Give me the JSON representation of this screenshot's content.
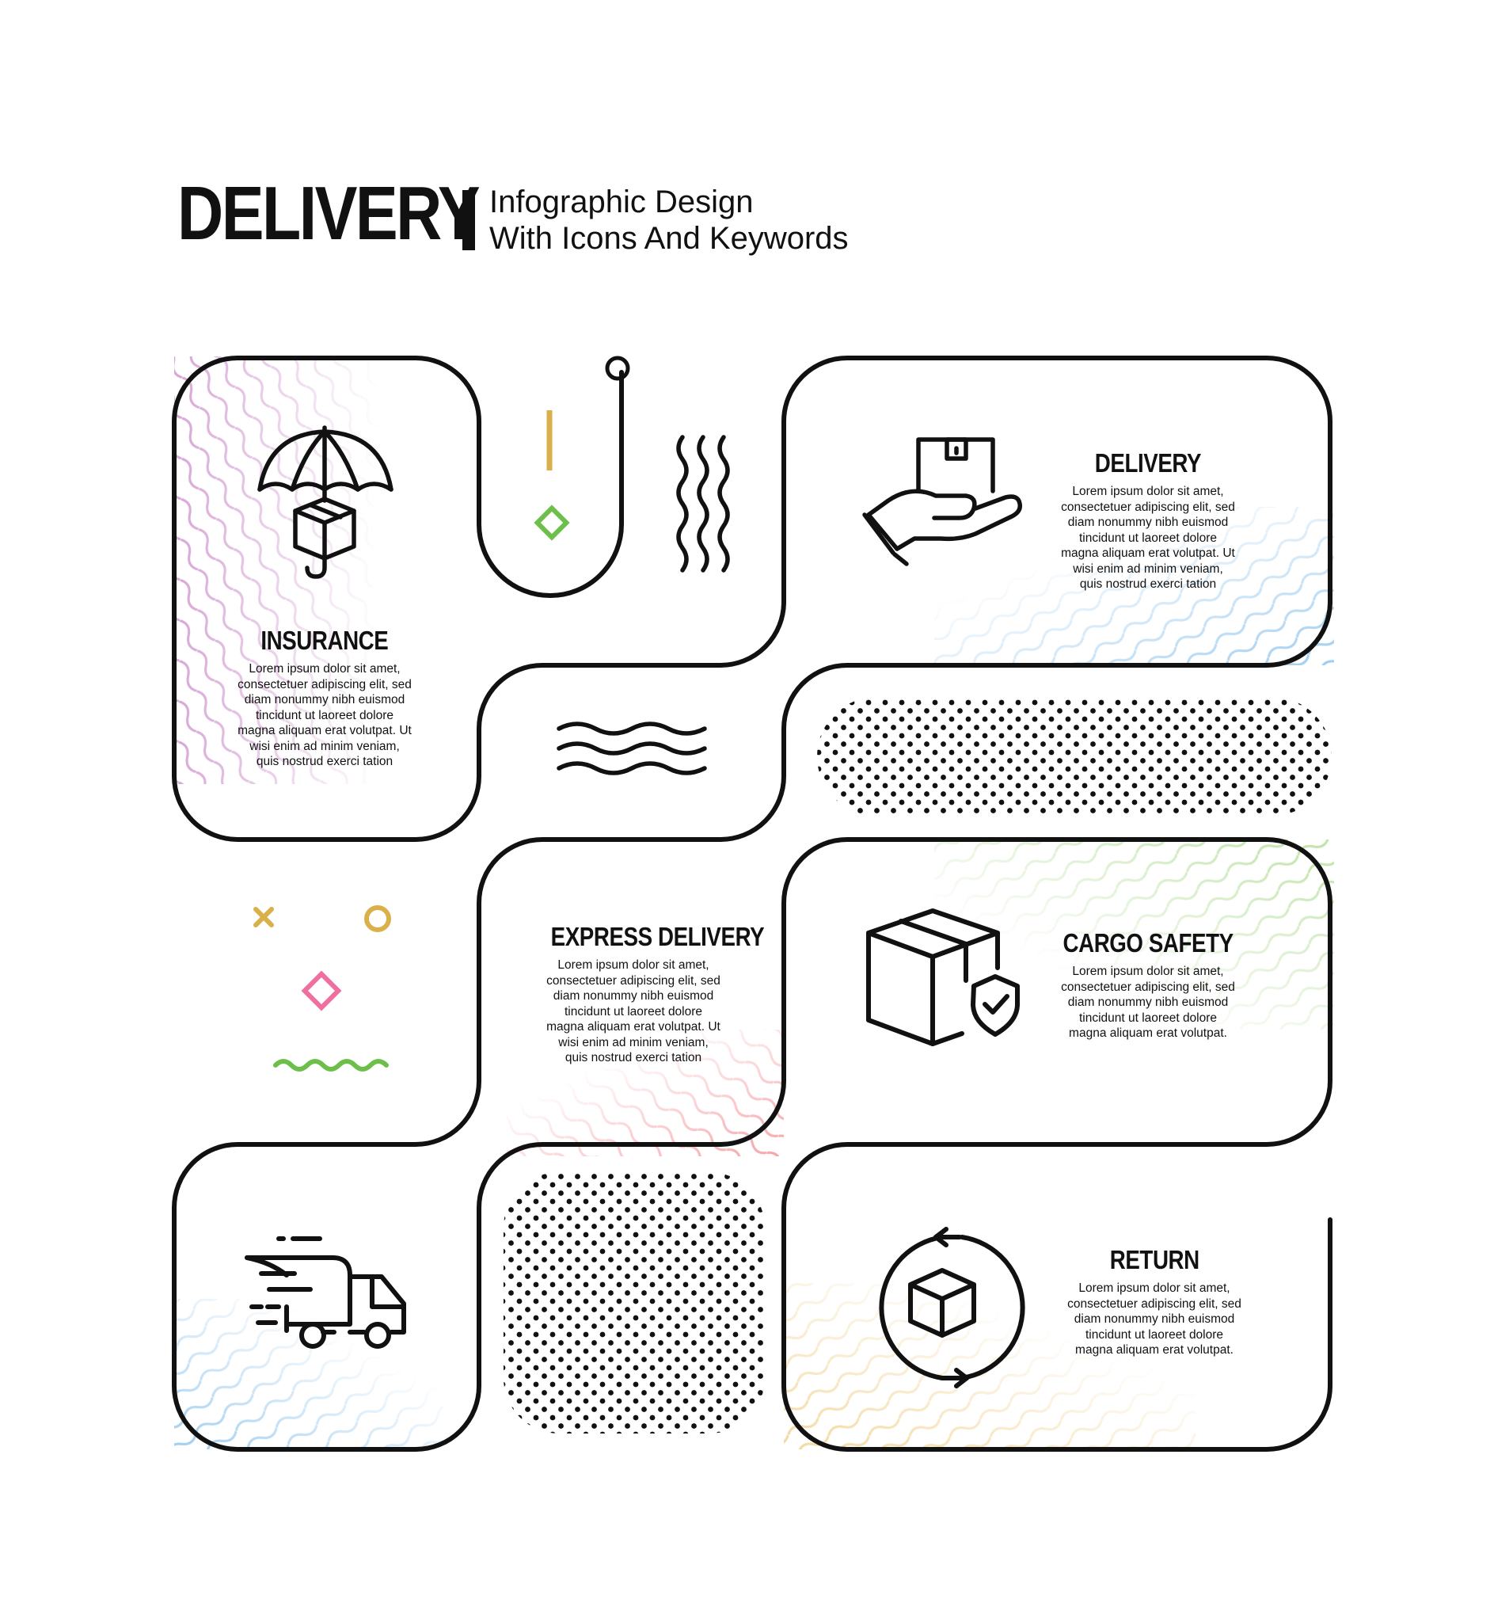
{
  "header": {
    "title": "DELIVERY",
    "subtitle_line1": "Infographic Design",
    "subtitle_line2": "With Icons And Keywords"
  },
  "sections": [
    {
      "id": "insurance",
      "title": "INSURANCE",
      "icon": "umbrella-box-icon",
      "body": "Lorem ipsum dolor sit amet,\nconsectetuer adipiscing elit, sed\ndiam nonummy nibh euismod\ntincidunt ut laoreet dolore\nmagna aliquam erat volutpat. Ut\nwisi enim ad minim veniam,\nquis nostrud exerci tation"
    },
    {
      "id": "delivery",
      "title": "DELIVERY",
      "icon": "hand-box-icon",
      "body": "Lorem ipsum dolor sit amet,\nconsectetuer adipiscing elit, sed\ndiam nonummy nibh euismod\ntincidunt ut laoreet dolore\nmagna aliquam erat volutpat. Ut\nwisi enim ad minim veniam,\nquis nostrud exerci tation"
    },
    {
      "id": "express",
      "title": "EXPRESS DELIVERY",
      "icon": "",
      "body": "Lorem ipsum dolor sit amet,\nconsectetuer adipiscing elit, sed\ndiam nonummy nibh euismod\ntincidunt ut laoreet dolore\nmagna aliquam erat volutpat. Ut\nwisi enim ad minim veniam,\nquis nostrud exerci tation"
    },
    {
      "id": "cargo",
      "title": "CARGO SAFETY",
      "icon": "box-shield-icon",
      "body": "Lorem ipsum dolor sit amet,\nconsectetuer adipiscing elit, sed\ndiam nonummy nibh euismod\ntincidunt ut laoreet dolore\nmagna aliquam erat volutpat."
    },
    {
      "id": "return",
      "title": "RETURN",
      "icon": "box-cycle-arrows-icon",
      "body": "Lorem ipsum dolor sit amet,\nconsectetuer adipiscing elit, sed\ndiam nonummy nibh euismod\ntincidunt ut laoreet dolore\nmagna aliquam erat volutpat."
    }
  ],
  "extra_icons": [
    "delivery-truck-icon"
  ],
  "colors": {
    "ink": "#111111",
    "gold": "#d9b04a",
    "green": "#6cc04a",
    "pink": "#ee6fa0",
    "wave_purple": "#d7a6d6",
    "wave_blue": "#9fcdf0",
    "wave_green": "#bfe3a8",
    "wave_red": "#f5a3a8",
    "wave_yellow": "#f3d9a0"
  }
}
